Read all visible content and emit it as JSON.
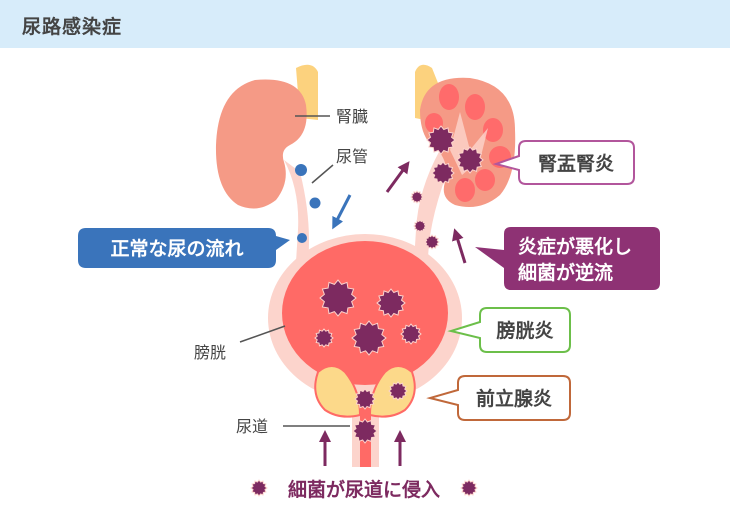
{
  "header": {
    "title": "尿路感染症"
  },
  "labels": {
    "kidney": "腎臓",
    "ureter": "尿管",
    "bladder": "膀胱",
    "urethra": "尿道"
  },
  "callouts": {
    "normal_flow": "正常な尿の流れ",
    "pyelonephritis": "腎盂腎炎",
    "reflux_line1": "炎症が悪化し",
    "reflux_line2": "細菌が逆流",
    "cystitis": "膀胱炎",
    "prostatitis": "前立腺炎",
    "entry": "細菌が尿道に侵入"
  },
  "colors": {
    "header_bg": "#d7ecfa",
    "normal_flow": "#3a74bb",
    "bacteria": "#7d2a60",
    "reflux_box": "#8e3274",
    "pyelonephritis_border": "#b2569c",
    "cystitis_border": "#6cbf4a",
    "prostatitis_border": "#c0683a",
    "kidney": "#f59a86",
    "bladder": "#ff6a66",
    "tissue": "#fcd4cc",
    "adrenal": "#fcd27e"
  }
}
